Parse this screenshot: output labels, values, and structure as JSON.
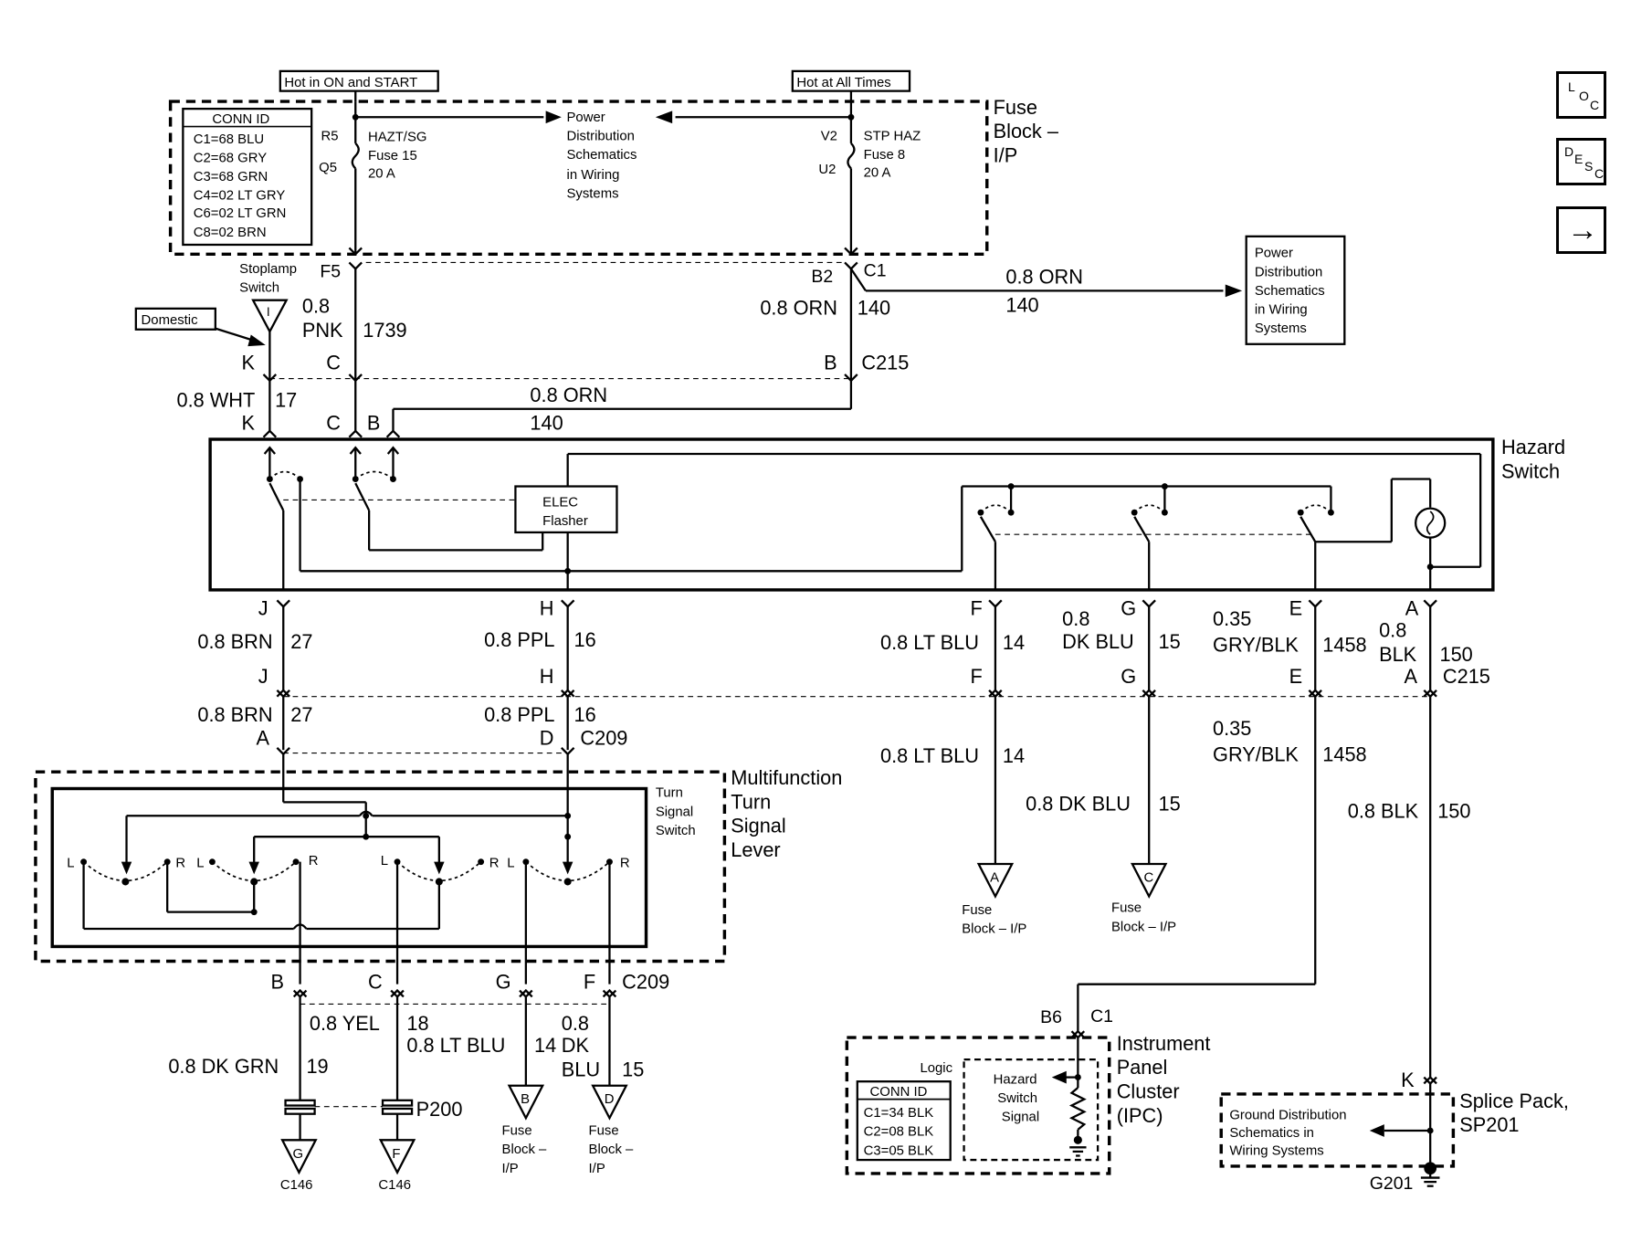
{
  "supply": {
    "hot_run": "Hot in ON and START",
    "hot_always": "Hot at All Times",
    "power_ref": [
      "Power",
      "Distribution",
      "Schematics",
      "in Wiring",
      "Systems"
    ]
  },
  "fuse_block": {
    "title": [
      "Fuse",
      "Block –",
      "I/P"
    ],
    "conn_id_title": "CONN ID",
    "conn_ids": [
      "C1=68 BLU",
      "C2=68 GRY",
      "C3=68 GRN",
      "C4=02 LT GRY",
      "C6=02 LT GRN",
      "C8=02 BRN"
    ],
    "fuse15": {
      "pin_in": "R5",
      "pin_out": "Q5",
      "lines": [
        "HAZT/SG",
        "Fuse 15",
        "20 A"
      ],
      "out_pin": "F5"
    },
    "fuse8": {
      "pin_in": "V2",
      "pin_out": "U2",
      "lines": [
        "STP HAZ",
        "Fuse 8",
        "20 A"
      ],
      "out_pin": "B2",
      "conn": "C1"
    }
  },
  "upper_wires": {
    "orn_branch": {
      "size": "0.8 ORN",
      "circuit": "140"
    },
    "power_ref_box": [
      "Power",
      "Distribution",
      "Schematics",
      "in Wiring",
      "Systems"
    ],
    "stoplamp": {
      "lines": [
        "Stoplamp",
        "Switch"
      ],
      "symbol": "I",
      "tag": "Domestic"
    },
    "pnk": {
      "size1": "0.8",
      "size2": "PNK",
      "circuit": "1739"
    },
    "orn_b2": {
      "size": "0.8 ORN",
      "circuit": "140"
    },
    "c215": {
      "pin_k": "K",
      "pin_c": "C",
      "pin_b": "B",
      "conn": "C215"
    },
    "wht": {
      "size": "0.8 WHT",
      "circuit": "17"
    },
    "orn_b": {
      "size": "0.8 ORN",
      "circuit": "140"
    },
    "pins_lower": [
      "K",
      "C",
      "B"
    ]
  },
  "hazard_switch": {
    "title": [
      "Hazard",
      "Switch"
    ],
    "flasher": [
      "ELEC",
      "Flasher"
    ]
  },
  "hazard_outputs": {
    "j": {
      "pin": "J",
      "size": "0.8 BRN",
      "circuit": "27"
    },
    "h": {
      "pin": "H",
      "size": "0.8 PPL",
      "circuit": "16"
    },
    "f": {
      "pin": "F",
      "size": "0.8 LT BLU",
      "circuit": "14"
    },
    "g": {
      "pin": "G",
      "size1": "0.8",
      "size2": "DK BLU",
      "circuit": "15"
    },
    "e": {
      "pin": "E",
      "size1": "0.35",
      "size2": "GRY/BLK",
      "circuit": "1458"
    },
    "a": {
      "pin": "A",
      "size1": "0.8",
      "size2": "BLK",
      "circuit": "150"
    },
    "c215_label": "C215"
  },
  "mid_wires": {
    "j": {
      "pin_top": "J",
      "pin_bottom": "A",
      "size": "0.8 BRN",
      "circuit": "27"
    },
    "h": {
      "pin_top": "H",
      "pin_bottom": "D",
      "size": "0.8 PPL",
      "circuit": "16"
    },
    "c209": "C209",
    "f": {
      "pin": "F",
      "size": "0.8 LT BLU",
      "circuit": "14",
      "ref": "A",
      "dest": [
        "Fuse",
        "Block – I/P"
      ]
    },
    "g": {
      "pin": "G",
      "size": "0.8 DK BLU",
      "circuit": "15",
      "ref": "C",
      "dest": [
        "Fuse",
        "Block – I/P"
      ]
    },
    "e": {
      "pin": "E",
      "size1": "0.35",
      "size2": "GRY/BLK",
      "circuit": "1458"
    },
    "a": {
      "pin": "A",
      "size": "0.8 BLK",
      "circuit": "150"
    }
  },
  "multifunction": {
    "title": [
      "Multifunction",
      "Turn",
      "Signal",
      "Lever"
    ],
    "switch": [
      "Turn",
      "Signal",
      "Switch"
    ],
    "lr": [
      "L",
      "R",
      "L",
      "R",
      "L",
      "R",
      "L",
      "R"
    ]
  },
  "lower_wires": {
    "pins": [
      "B",
      "C",
      "G",
      "F"
    ],
    "c209": "C209",
    "dkgrn": {
      "size": "0.8 DK GRN",
      "circuit": "19"
    },
    "yel": {
      "size": "0.8 YEL",
      "circuit": "18"
    },
    "ltblu": {
      "size": "0.8 LT BLU",
      "circuit": "14"
    },
    "dkblu": {
      "size1": "0.8",
      "size2": "DK",
      "size3": "BLU",
      "circuit": "15"
    },
    "p200": "P200",
    "ref_g": "G",
    "ref_f": "F",
    "ref_b": "B",
    "ref_d": "D",
    "c146": "C146",
    "fuse_dest": [
      "Fuse",
      "Block –",
      "I/P"
    ]
  },
  "ipc": {
    "pin": "B6",
    "conn": "C1",
    "title": [
      "Instrument",
      "Panel",
      "Cluster",
      "(IPC)"
    ],
    "logic": "Logic",
    "signal": [
      "Hazard",
      "Switch",
      "Signal"
    ],
    "conn_id_title": "CONN ID",
    "conn_ids": [
      "C1=34 BLK",
      "C2=08 BLK",
      "C3=05 BLK"
    ]
  },
  "splice": {
    "pin": "K",
    "title": [
      "Splice Pack,",
      "SP201"
    ],
    "ground_ref": [
      "Ground Distribution",
      "Schematics in",
      "Wiring Systems"
    ],
    "ground": "G201"
  },
  "nav": {
    "loc": [
      "L",
      "O",
      "C"
    ],
    "desc": [
      "D",
      "E",
      "S",
      "C"
    ],
    "arrow": "→"
  }
}
